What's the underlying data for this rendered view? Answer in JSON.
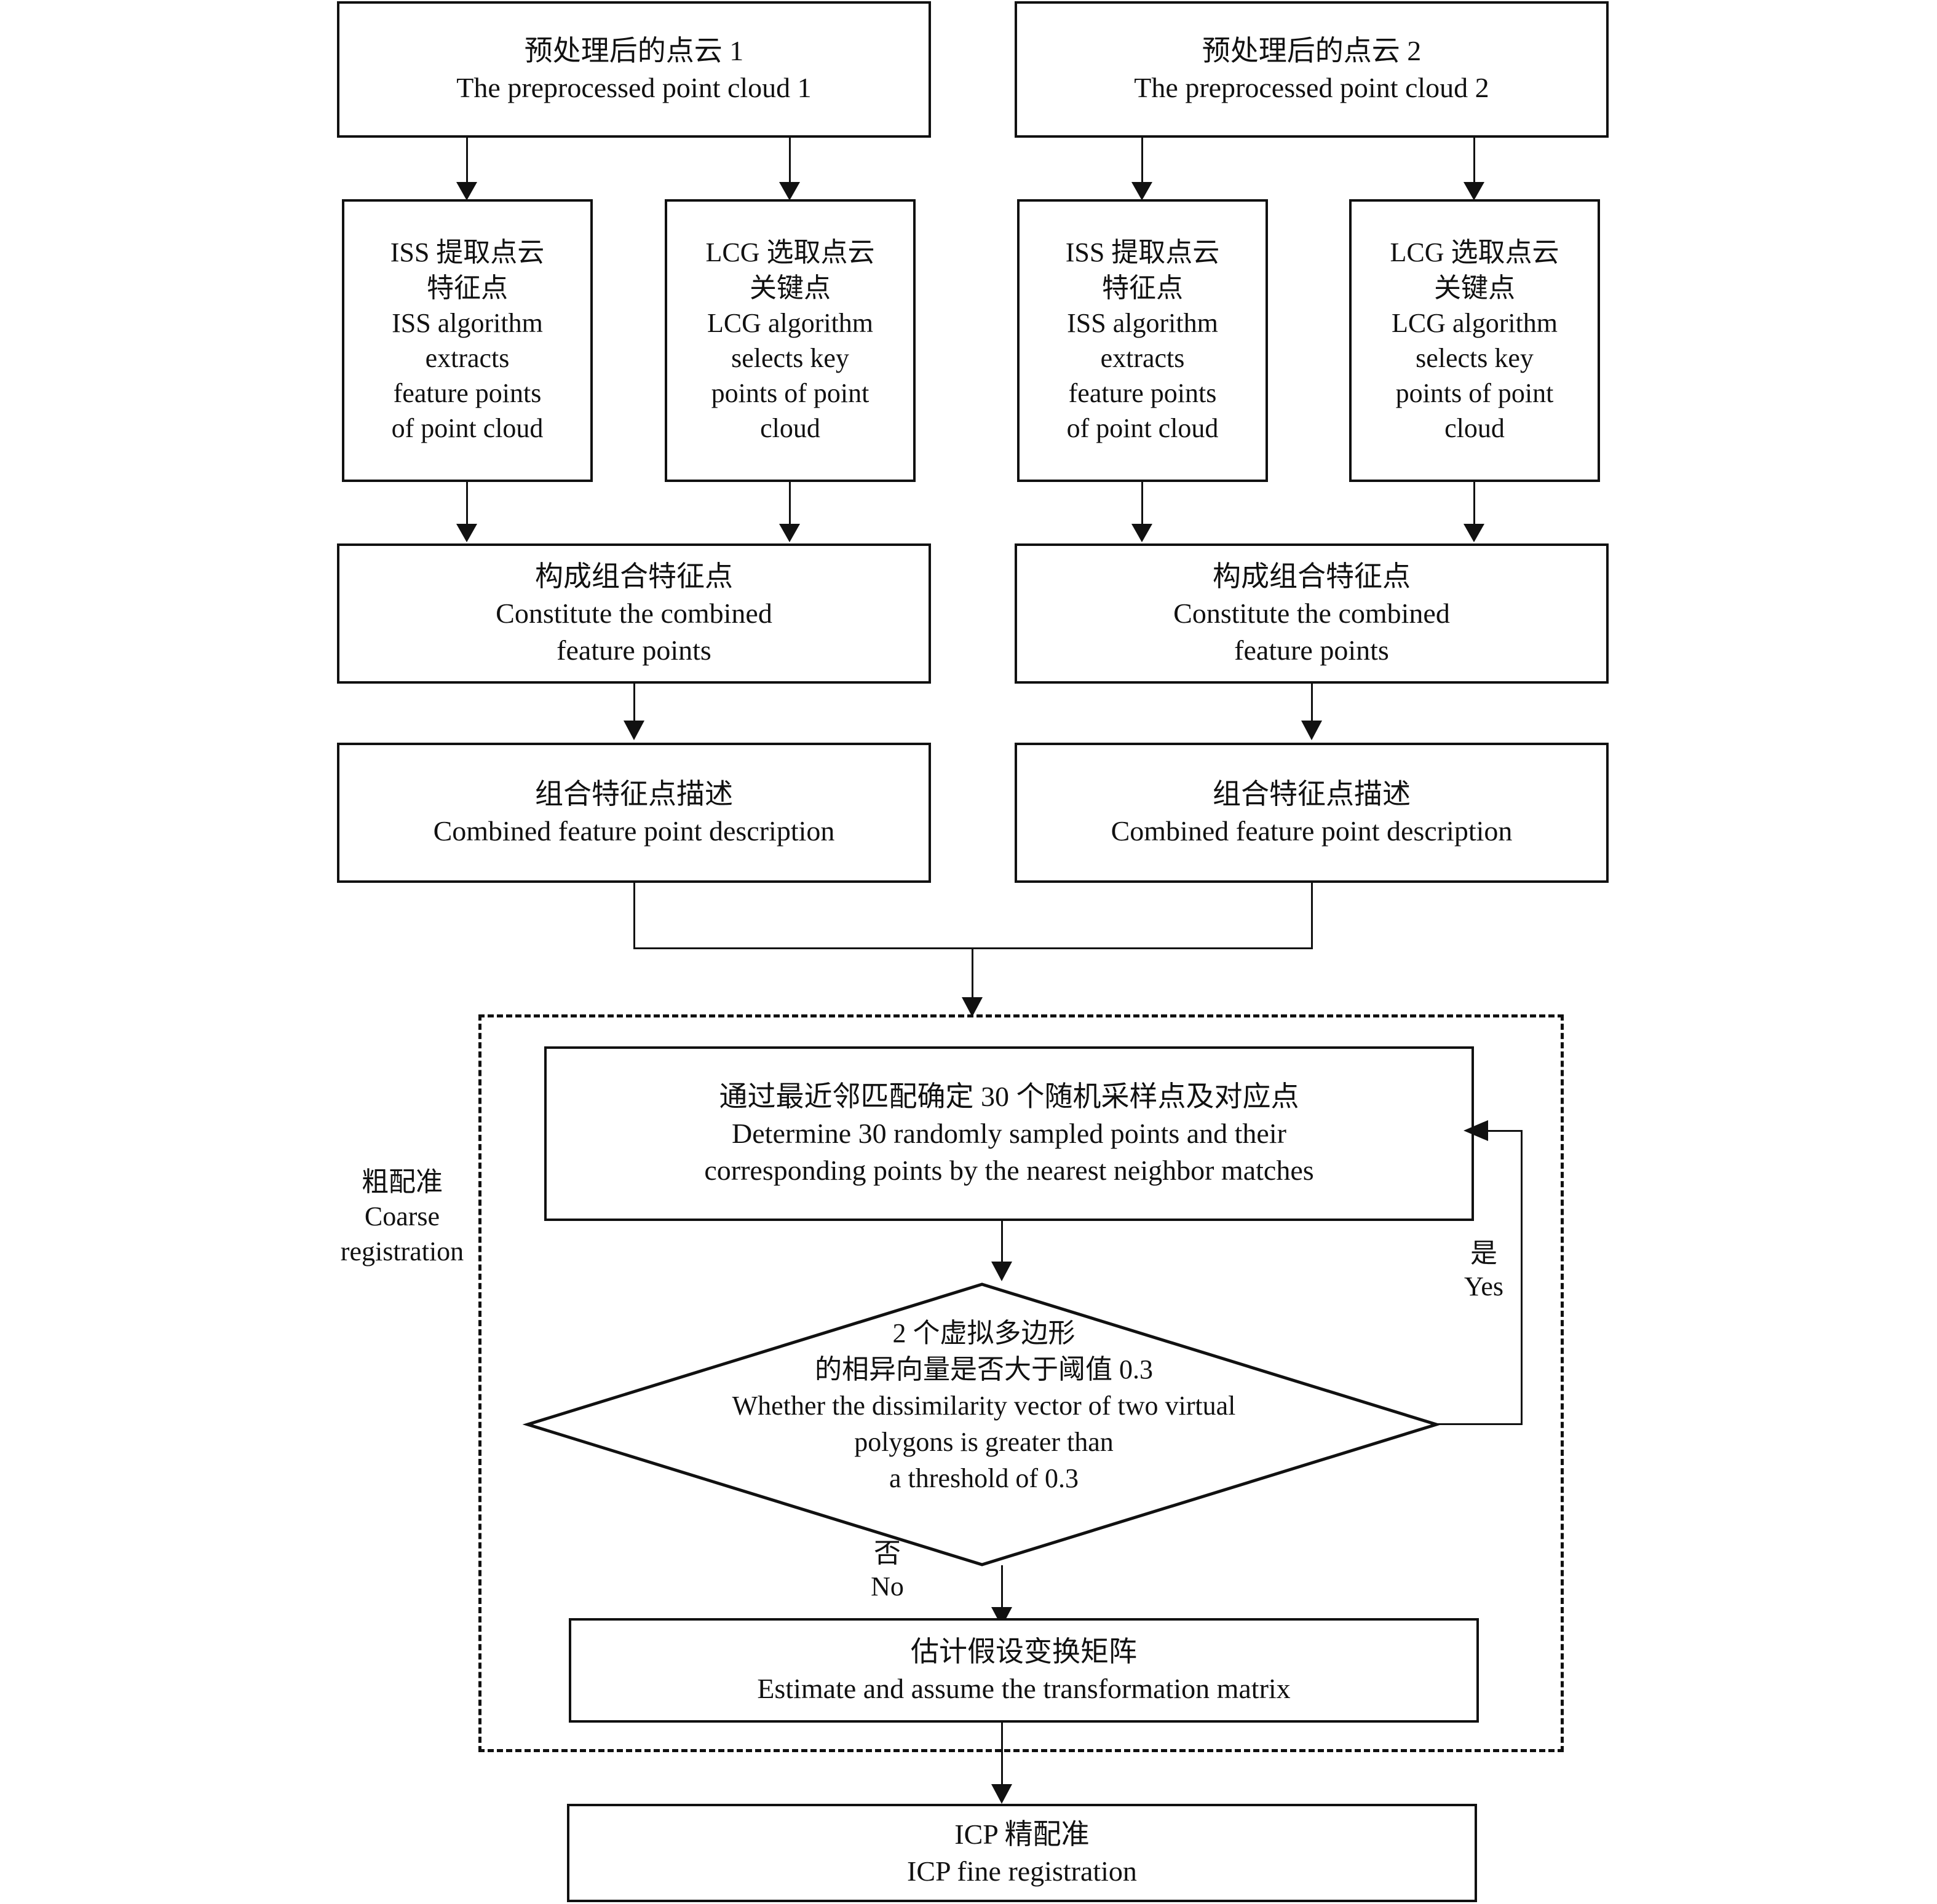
{
  "diagram": {
    "type": "flowchart",
    "title": "Point cloud registration flowchart",
    "colors": {
      "line": "#111111",
      "background": "#ffffff",
      "text": "#111111"
    },
    "nodes": {
      "preprocessed_cloud_1": {
        "zh": "预处理后的点云 1",
        "en": "The preprocessed point cloud 1"
      },
      "preprocessed_cloud_2": {
        "zh": "预处理后的点云 2",
        "en": "The preprocessed point cloud 2"
      },
      "iss_left_1": {
        "zh": "ISS 提取点云",
        "zh2": "特征点",
        "en": "ISS algorithm",
        "en2": "extracts",
        "en3": "feature points",
        "en4": "of point cloud"
      },
      "lcg_left_1": {
        "zh": "LCG 选取点云",
        "zh2": "关键点",
        "en": "LCG algorithm",
        "en2": "selects key",
        "en3": "points of point",
        "en4": "cloud"
      },
      "iss_right_2": {
        "zh": "ISS 提取点云",
        "zh2": "特征点",
        "en": "ISS algorithm",
        "en2": "extracts",
        "en3": "feature points",
        "en4": "of point cloud"
      },
      "lcg_right_2": {
        "zh": "LCG 选取点云",
        "zh2": "关键点",
        "en": "LCG algorithm",
        "en2": "selects key",
        "en3": "points of point",
        "en4": "cloud"
      },
      "constitute_left": {
        "zh": "构成组合特征点",
        "en": "Constitute the combined",
        "en2": "feature points"
      },
      "constitute_right": {
        "zh": "构成组合特征点",
        "en": "Constitute the combined",
        "en2": "feature points"
      },
      "description_left": {
        "zh": "组合特征点描述",
        "en": "Combined feature point description"
      },
      "description_right": {
        "zh": "组合特征点描述",
        "en": "Combined feature point description"
      },
      "determine_points": {
        "zh": "通过最近邻匹配确定 30 个随机采样点及对应点",
        "en": "Determine 30 randomly sampled points and their",
        "en2": "corresponding points by the nearest neighbor matches"
      },
      "decision_threshold": {
        "zh": "2 个虚拟多边形",
        "zh2": "的相异向量是否大于阈值 0.3",
        "en": "Whether the dissimilarity vector of two virtual",
        "en2": "polygons is greater than",
        "en3": "a threshold of 0.3"
      },
      "estimate_matrix": {
        "zh": "估计假设变换矩阵",
        "en": "Estimate and assume the transformation matrix"
      },
      "icp_fine": {
        "zh": "ICP 精配准",
        "en": "ICP fine registration"
      }
    },
    "labels": {
      "coarse_registration": {
        "zh": "粗配准",
        "en": "Coarse",
        "en2": "registration"
      },
      "yes_branch": {
        "zh": "是",
        "en": "Yes"
      },
      "no_branch": {
        "zh": "否",
        "en": "No"
      }
    },
    "values": {
      "sample_count": "30",
      "dissimilarity_threshold": "0.3"
    }
  }
}
